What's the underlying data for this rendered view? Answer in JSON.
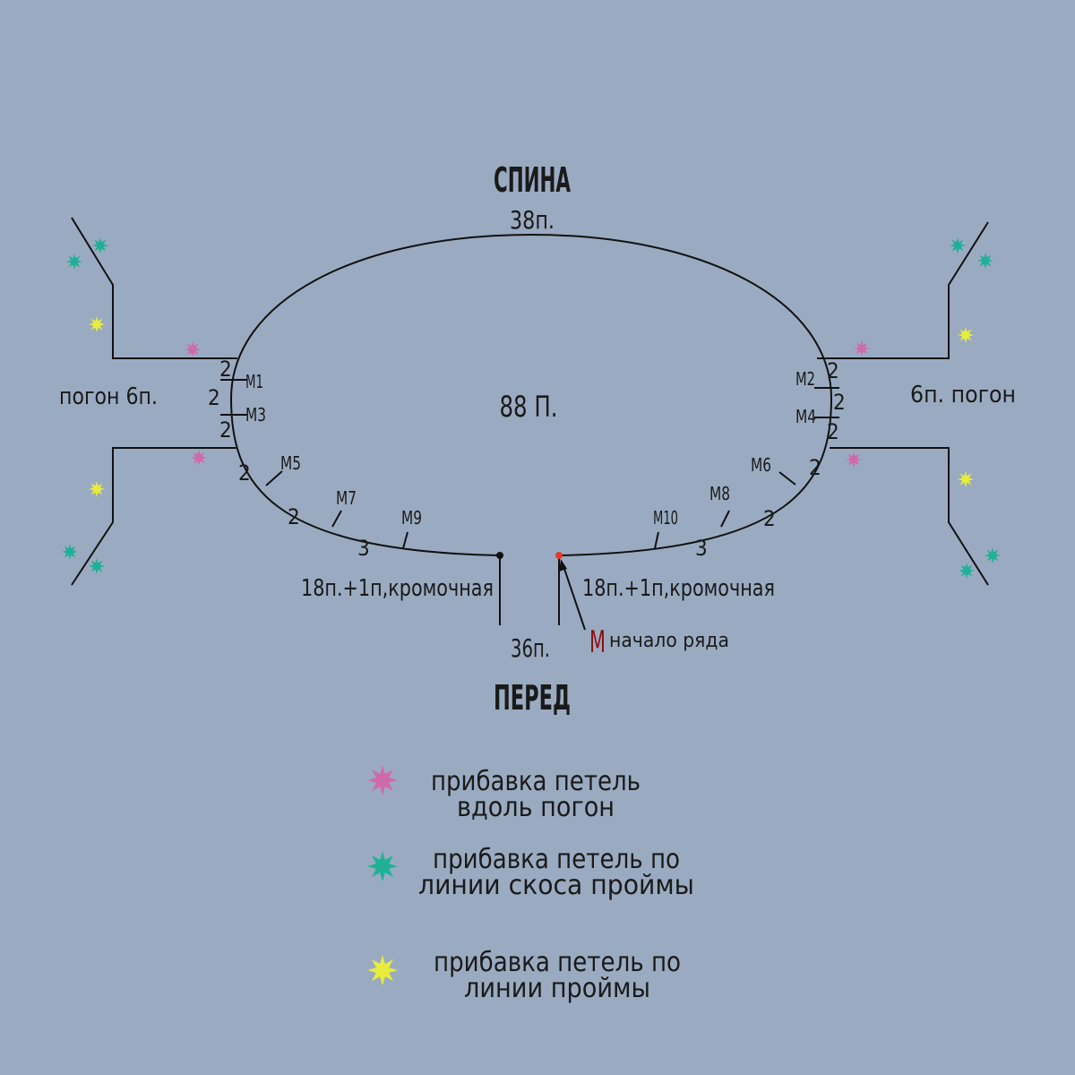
{
  "titles": {
    "back": "СПИНА",
    "front": "ПЕРЕД"
  },
  "counts": {
    "back": "38п.",
    "total": "88 П.",
    "front": "36п."
  },
  "straps": {
    "left": "погон 6п.",
    "right": "6п.  погон"
  },
  "edges": {
    "left": "18п.+1п,кромочная",
    "right": "18п.+1п,кромочная"
  },
  "row_start": {
    "marker": "М",
    "label": "начало ряда"
  },
  "markers": {
    "m1": "М1",
    "m2": "М2",
    "m3": "М3",
    "m4": "М4",
    "m5": "М5",
    "m6": "М6",
    "m7": "М7",
    "m8": "М8",
    "m9": "М9",
    "m10": "М10"
  },
  "segments": {
    "left_strap_top": "2",
    "left_strap_mid": "2",
    "left_strap_bottom": "2",
    "right_strap_top": "2",
    "right_strap_mid": "2",
    "right_strap_bottom": "2",
    "left_1": "2",
    "left_2": "2",
    "left_3": "3",
    "right_1": "2",
    "right_2": "2",
    "right_3": "3"
  },
  "legend": [
    {
      "color": "#cf6aa8",
      "line1": "прибавка петель",
      "line2": "вдоль погон"
    },
    {
      "color": "#1fb095",
      "line1": "прибавка петель по",
      "line2": "линии скоса проймы"
    },
    {
      "color": "#e8ec3c",
      "line1": "прибавка петель по",
      "line2": "линии проймы"
    }
  ],
  "colors": {
    "background": "#9aabc1",
    "pink": "#cf6aa8",
    "teal": "#1fb095",
    "yellow": "#e8ec3c",
    "start_marker": "#e23a2a",
    "start_letter": "#8a1010"
  }
}
